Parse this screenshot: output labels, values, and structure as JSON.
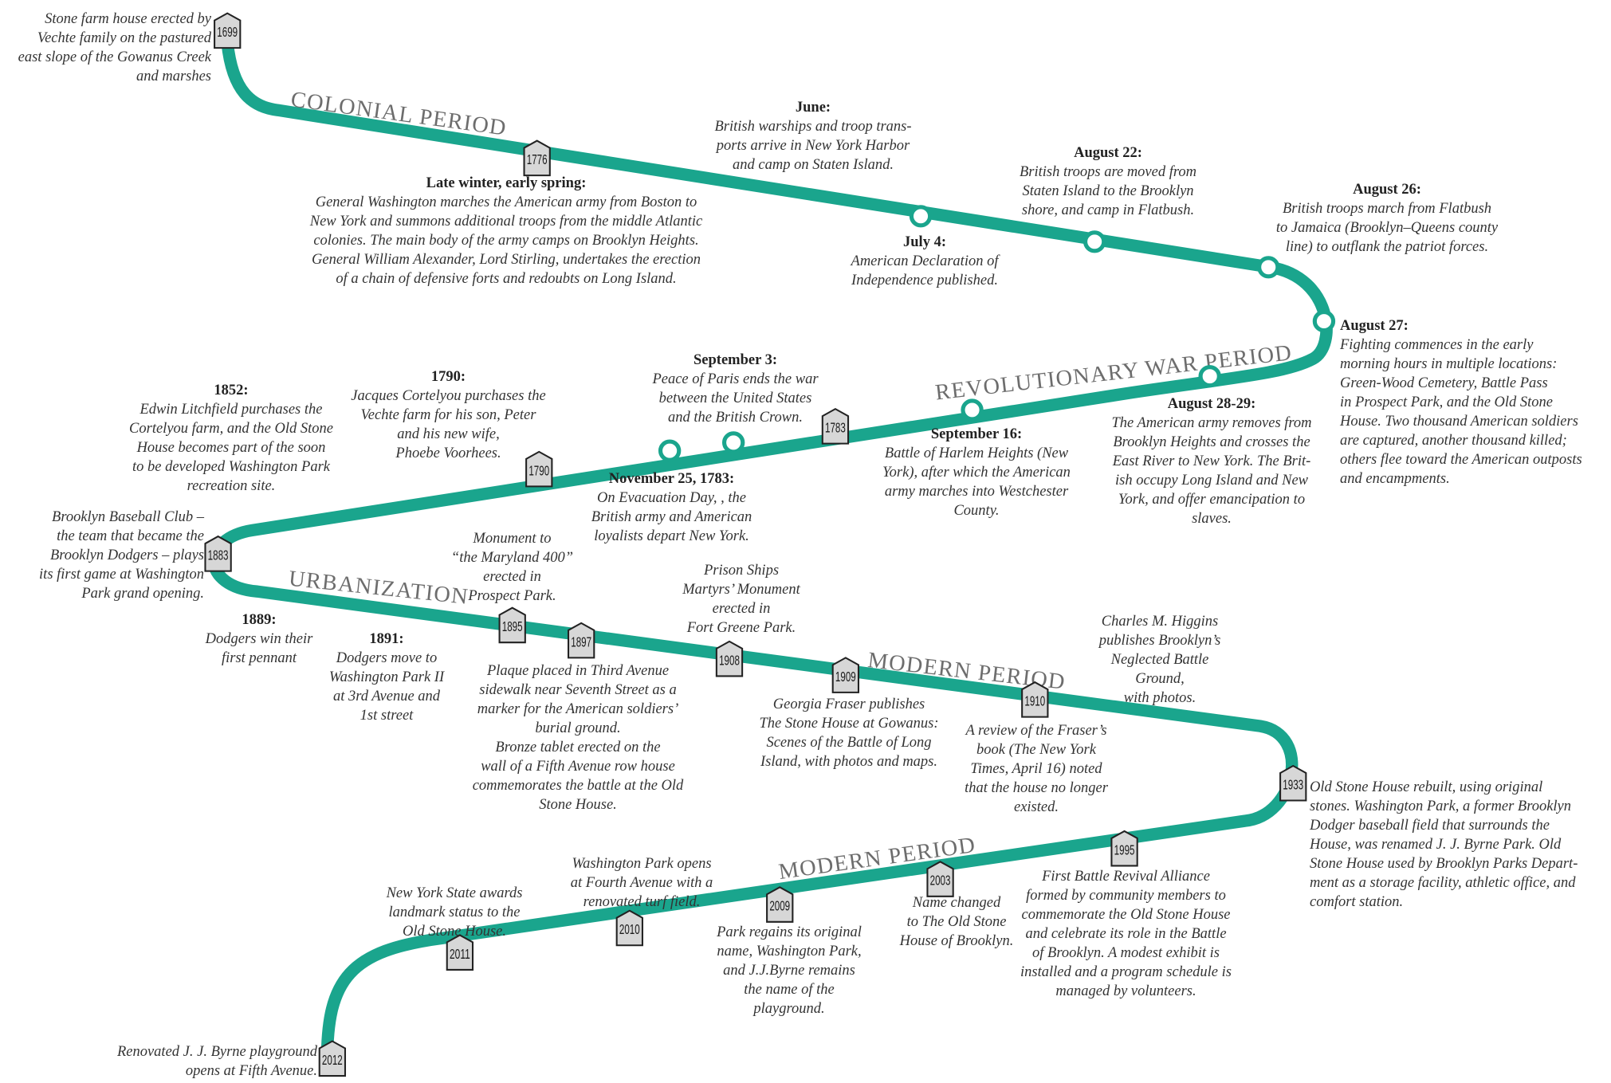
{
  "colors": {
    "track": "#1aa58d",
    "marker_fill": "#d7d7d7",
    "marker_stroke": "#222222",
    "text": "#333333",
    "period_label": "#6d6d6d"
  },
  "periods": [
    {
      "label": "COLONIAL PERIOD"
    },
    {
      "label": "REVOLUTIONARY WAR PERIOD"
    },
    {
      "label": "URBANIZATION"
    },
    {
      "label": "MODERN PERIOD"
    },
    {
      "label": "MODERN PERIOD"
    }
  ],
  "markers": [
    "1699",
    "1776",
    "1783",
    "1790",
    "1883",
    "1895",
    "1897",
    "1908",
    "1909",
    "1910",
    "1933",
    "1995",
    "2003",
    "2009",
    "2010",
    "2011",
    "2012"
  ],
  "events": [
    {
      "id": "e1699",
      "heading": "",
      "body": "Stone farm house erected by\nVechte family on the pastured\neast slope of the Gowanus Creek\nand marshes"
    },
    {
      "id": "e1776",
      "heading": "Late winter, early spring:",
      "body": "General Washington marches the American army from Boston to\nNew York and summons additional troops from the middle Atlantic\ncolonies. The main body of the army camps on Brooklyn Heights.\nGeneral William Alexander, Lord Stirling, undertakes the erection\nof a chain of defensive forts and redoubts on Long Island."
    },
    {
      "id": "june",
      "heading": "June:",
      "body": "British warships and troop trans-\nports arrive in New York Harbor\nand camp on Staten Island."
    },
    {
      "id": "july4",
      "heading": "July 4:",
      "body": "American Declaration of\nIndependence published."
    },
    {
      "id": "aug22",
      "heading": "August 22:",
      "body": "British troops are moved from\nStaten Island to the Brooklyn\nshore, and camp in Flatbush."
    },
    {
      "id": "aug26",
      "heading": "August 26:",
      "body": "British troops march from Flatbush\nto Jamaica (Brooklyn–Queens county\nline) to outflank the patriot forces."
    },
    {
      "id": "aug27",
      "heading": "August 27:",
      "body": "Fighting commences in the early\nmorning hours in multiple locations:\nGreen-Wood Cemetery, Battle Pass\nin Prospect Park, and the Old Stone\nHouse. Two thousand American soldiers\nare captured, another thousand killed;\nothers flee toward the American outposts\nand encampments."
    },
    {
      "id": "aug2829",
      "heading": "August 28-29:",
      "body": "The American army removes from\nBrooklyn Heights and crosses the\nEast River to New York. The Brit-\nish occupy Long Island and New\nYork, and offer emancipation to\nslaves."
    },
    {
      "id": "sep16",
      "heading": "September 16:",
      "body": "Battle of Harlem Heights (New\nYork), after which the American\narmy marches into Westchester\nCounty."
    },
    {
      "id": "sep3",
      "heading": "September 3:",
      "body": "Peace of Paris ends the war\nbetween the United States\nand the British Crown."
    },
    {
      "id": "nov25",
      "heading": "November 25, 1783:",
      "body": "On Evacuation Day, , the\nBritish army and American\nloyalists depart New York."
    },
    {
      "id": "e1790",
      "heading": "1790:",
      "body": "Jacques Cortelyou purchases the\nVechte farm for his son, Peter\nand his new wife,\nPhoebe Voorhees."
    },
    {
      "id": "e1852",
      "heading": "1852:",
      "body": "Edwin Litchfield purchases the\nCortelyou farm, and the Old Stone\nHouse becomes part of the soon\nto be developed Washington Park\nrecreation site."
    },
    {
      "id": "e1883",
      "heading": "",
      "body": "Brooklyn Baseball Club –\nthe team that became the\nBrooklyn Dodgers – plays\nits first game at Washington\nPark grand opening."
    },
    {
      "id": "e1889",
      "heading": "1889:",
      "body": "Dodgers win their\nfirst pennant"
    },
    {
      "id": "e1891",
      "heading": "1891:",
      "body": "Dodgers move to\nWashington Park II\nat 3rd Avenue and\n1st street"
    },
    {
      "id": "e1895",
      "heading": "",
      "body": "Monument to\n“the Maryland 400”\nerected in\nProspect Park."
    },
    {
      "id": "e1897",
      "heading": "",
      "body": "Plaque placed in Third Avenue\nsidewalk near Seventh Street as a\nmarker for the American soldiers’\nburial ground.\nBronze tablet erected on the\nwall of a Fifth Avenue row house\ncommemorates the battle at the Old\nStone House."
    },
    {
      "id": "e1908",
      "heading": "",
      "body": "Prison Ships\nMartyrs’ Monument\nerected in\nFort Greene Park."
    },
    {
      "id": "e1909",
      "heading": "",
      "body": "Georgia Fraser publishes\nThe Stone House at Gowanus:\nScenes of the Battle of Long\nIsland, with photos and maps."
    },
    {
      "id": "e1910",
      "heading": "",
      "body": "A review of the Fraser’s\nbook (The New York\nTimes, April 16) noted\nthat the house no longer\nexisted."
    },
    {
      "id": "higgins",
      "heading": "",
      "body": "Charles M. Higgins\npublishes Brooklyn’s\nNeglected Battle\nGround,\nwith photos."
    },
    {
      "id": "e1933",
      "heading": "",
      "body": "Old Stone House rebuilt, using original\nstones. Washington Park, a former Brooklyn\nDodger baseball field that surrounds the\nHouse, was renamed J. J. Byrne Park. Old\nStone House used by Brooklyn Parks Depart-\nment as a storage facility, athletic office, and\ncomfort station."
    },
    {
      "id": "e1995",
      "heading": "",
      "body": "First Battle Revival Alliance\nformed by community members to\ncommemorate the Old Stone House\nand celebrate its role in the Battle\nof Brooklyn. A modest exhibit is\ninstalled and a program schedule is\nmanaged by volunteers."
    },
    {
      "id": "e2003",
      "heading": "",
      "body": "Name changed\nto The Old Stone\nHouse of Brooklyn."
    },
    {
      "id": "e2009",
      "heading": "",
      "body": "Park regains its original\nname, Washington Park,\nand J.J.Byrne remains\nthe name of the\nplayground."
    },
    {
      "id": "e2010",
      "heading": "",
      "body": "Washington Park opens\nat Fourth Avenue with a\nrenovated turf field."
    },
    {
      "id": "e2011",
      "heading": "",
      "body": "New York State awards\nlandmark status to the\nOld Stone House."
    },
    {
      "id": "e2012",
      "heading": "",
      "body": "Renovated J. J. Byrne playground\nopens at Fifth Avenue."
    }
  ]
}
